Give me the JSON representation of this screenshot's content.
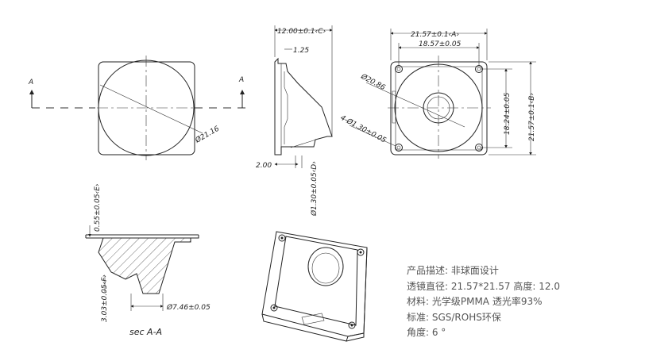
{
  "front_view": {
    "diameter": "Ø21.16",
    "section_marker": "A"
  },
  "side_view": {
    "height": "12.00±0.1‹C›",
    "flange": "1.25",
    "base": "2.00",
    "pin": "Ø1.30±0.05‹D›"
  },
  "top_view": {
    "width_outer": "21.57±0.1‹A›",
    "width_inner": "18.57±0.05",
    "diameter": "Ø20.86",
    "holes": "4-Ø1.30±0.05",
    "height_inner": "18.24±0.05",
    "height_outer": "21.57±0.1‹B›"
  },
  "section_view": {
    "top_thickness": "0.55±0.05‹E›",
    "bottom_thickness": "3.03±0.05‹F›",
    "bore": "Ø7.46±0.05",
    "label": "sec   A-A"
  },
  "description": {
    "line1": "产品描述: 非球面设计",
    "line2": "透镜直径: 21.57*21.57  高度: 12.0",
    "line3": "材料: 光学级PMMA 透光率93%",
    "line4": "标准: SGS/ROHS环保",
    "line5": "角度: 6 °"
  }
}
